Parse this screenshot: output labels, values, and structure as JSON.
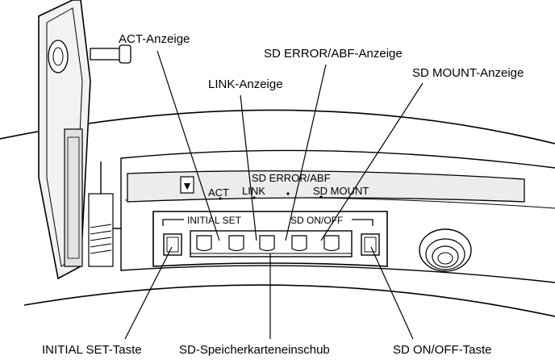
{
  "callouts": {
    "act": "ACT-Anzeige",
    "link": "LINK-Anzeige",
    "sd_error": "SD ERROR/ABF-Anzeige",
    "sd_mount": "SD MOUNT-Anzeige",
    "initial_set": "INITIAL SET-Taste",
    "slot": "SD-Speicherkarteneinschub",
    "sd_onoff": "SD ON/OFF-Taste"
  },
  "panel_labels": {
    "act": "ACT",
    "link": "LINK",
    "sd_error": "SD ERROR/ABF",
    "sd_mount": "SD MOUNT",
    "initial_set": "INITIAL SET",
    "sd_onoff": "SD ON/OFF",
    "arrow": "▼"
  },
  "colors": {
    "line": "#000000",
    "background": "#ffffff"
  }
}
